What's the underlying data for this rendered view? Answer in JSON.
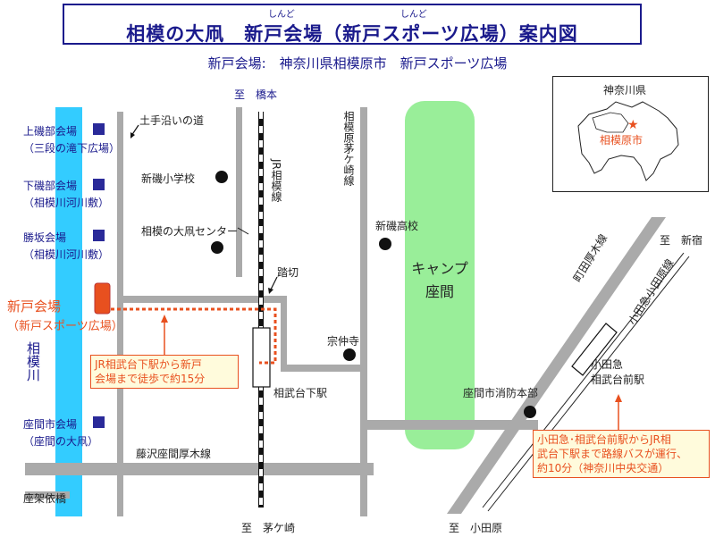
{
  "title": {
    "main": "相模の大凧　新戸会場（新戸スポーツ広場）案内図",
    "ruby1": "しんど",
    "ruby2": "しんど"
  },
  "subtitle": "新戸会場:　神奈川県相模原市　新戸スポーツ広場",
  "labels": {
    "to_hashimoto": "至　橋本",
    "dote": "土手沿いの道",
    "jr_line": "JR相模線",
    "sagamihara_chigasaki": "相模原茅ケ崎線",
    "shinso_school": "新磯小学校",
    "kite_center": "相模の大凧センター",
    "shinso_high": "新磯高校",
    "camp_zama": "キャンプ座間",
    "fumikiri": "踏切",
    "soshuji": "宗仲寺",
    "sobudai_station": "相武台下駅",
    "fire_dept": "座間市消防本部",
    "fujisawa_line": "藤沢座間厚木線",
    "to_chigasaki": "至　茅ケ崎",
    "to_odawara": "至　小田原",
    "to_shinjuku": "至　新宿",
    "machida_atsugi": "町田厚木線",
    "odakyu_line": "小田急小田原線",
    "odakyu_station_1": "小田急",
    "odakyu_station_2": "相武台前駅",
    "zakkabashi": "座架依橋",
    "sagami_river": "相模川"
  },
  "venues": [
    {
      "name": "上磯部会場",
      "detail": "（三段の滝下広場）"
    },
    {
      "name": "下磯部会場",
      "detail": "（相模川河川敷）"
    },
    {
      "name": "勝坂会場",
      "detail": "（相模川河川敷）"
    },
    {
      "name": "座間市会場",
      "detail": "（座間の大凧）"
    }
  ],
  "main_venue": {
    "name": "新戸会場",
    "detail": "（新戸スポーツ広場）"
  },
  "notes": {
    "walk": [
      "JR相武台下駅から新戸",
      "会場まで徒歩で約15分"
    ],
    "bus": [
      "小田急･相武台前駅からJR相",
      "武台下駅まで路線バスが運行、",
      "約10分（神奈川中央交通）"
    ]
  },
  "inset": {
    "prefecture": "神奈川県",
    "city": "相模原市"
  },
  "colors": {
    "title_blue": "#1a1a8c",
    "river": "#33ccff",
    "camp": "#99ee99",
    "venue_red": "#e8501f",
    "road_gray": "#aaaaaa",
    "marker_navy": "#2a2a99"
  }
}
